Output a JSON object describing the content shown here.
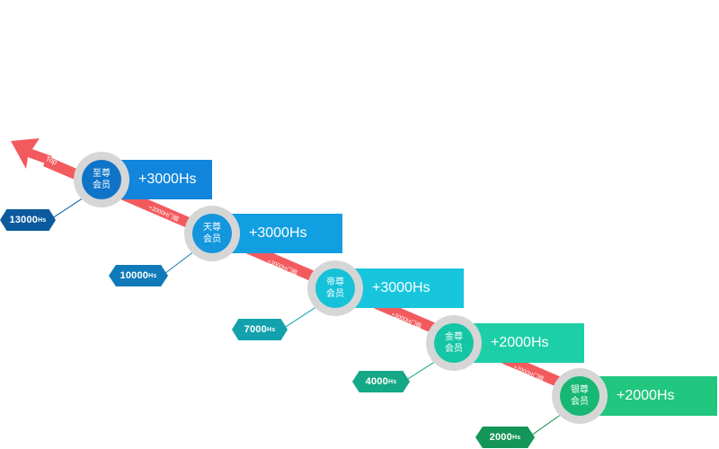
{
  "colors": {
    "arrow": "#f25a5e",
    "ring": "#d6d6d6"
  },
  "top_label": "Top",
  "segments": [
    {
      "label": "+3000H门槛"
    },
    {
      "label": "+3000H门槛"
    },
    {
      "label": "+3000H门槛"
    },
    {
      "label": "+2000H门槛"
    }
  ],
  "tiers": [
    {
      "name_line1": "至尊",
      "name_line2": "会员",
      "bonus": "+3000Hs",
      "threshold_num": "13000",
      "threshold_unit": "Hs",
      "color": "#0f74c8",
      "bonus_color": "#1186dc",
      "hex_color": "#0b5a9e"
    },
    {
      "name_line1": "天尊",
      "name_line2": "会员",
      "bonus": "+3000Hs",
      "threshold_num": "10000",
      "threshold_unit": "Hs",
      "color": "#1496dd",
      "bonus_color": "#129fe2",
      "hex_color": "#107ab8"
    },
    {
      "name_line1": "帝尊",
      "name_line2": "会员",
      "bonus": "+3000Hs",
      "threshold_num": "7000",
      "threshold_unit": "Hs",
      "color": "#16c2d8",
      "bonus_color": "#17c6dc",
      "hex_color": "#12a1ad"
    },
    {
      "name_line1": "金尊",
      "name_line2": "会员",
      "bonus": "+2000Hs",
      "threshold_num": "4000",
      "threshold_unit": "Hs",
      "color": "#15c6a6",
      "bonus_color": "#1ccfa8",
      "hex_color": "#14a886"
    },
    {
      "name_line1": "银尊",
      "name_line2": "会员",
      "bonus": "+2000Hs",
      "threshold_num": "2000",
      "threshold_unit": "Hs",
      "color": "#17b875",
      "bonus_color": "#21c77f",
      "hex_color": "#149658"
    }
  ]
}
